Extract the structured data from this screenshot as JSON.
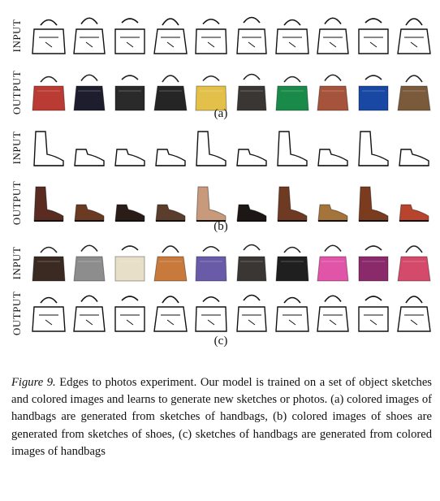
{
  "panels": [
    {
      "id": "a",
      "label": "(a)",
      "rows": [
        {
          "label": "INPUT",
          "kind": "sketch",
          "subject": "handbag",
          "items": 10
        },
        {
          "label": "OUTPUT",
          "kind": "photo",
          "subject": "handbag",
          "items": 10,
          "colors": [
            "#b93b33",
            "#1d1d2d",
            "#2a2a2a",
            "#252525",
            "#e3c04a",
            "#3a3634",
            "#198a4a",
            "#a6533c",
            "#1848a3",
            "#7a5a3a"
          ]
        }
      ]
    },
    {
      "id": "b",
      "label": "(b)",
      "rows": [
        {
          "label": "INPUT",
          "kind": "sketch",
          "subject": "shoe",
          "items": 10
        },
        {
          "label": "OUTPUT",
          "kind": "photo",
          "subject": "shoe",
          "items": 10,
          "colors": [
            "#5a2b20",
            "#6b3a22",
            "#2a1c16",
            "#5a3d2a",
            "#c8997a",
            "#1c1714",
            "#6e3a22",
            "#a5743a",
            "#7a3b1f",
            "#b8442e",
            "#c23a28"
          ]
        }
      ]
    },
    {
      "id": "c",
      "label": "(c)",
      "rows": [
        {
          "label": "INPUT",
          "kind": "photo",
          "subject": "handbag",
          "items": 10,
          "colors": [
            "#3a2a22",
            "#8d8d8d",
            "#e8dfc8",
            "#c77a3c",
            "#6a5ba9",
            "#3a3634",
            "#1f1f1f",
            "#e155a8",
            "#8a2a6a",
            "#d44a6a"
          ]
        },
        {
          "label": "OUTPUT",
          "kind": "sketch",
          "subject": "handbag",
          "items": 10
        }
      ]
    }
  ],
  "caption": {
    "figure_label": "Figure 9.",
    "text": " Edges to photos experiment. Our model is trained on a set of object sketches and colored images and learns to generate new sketches or photos. (a) colored images of handbags are generated from sketches of handbags, (b) colored images of shoes are generated from sketches of shoes, (c) sketches of handbags are generated from colored images of handbags"
  }
}
